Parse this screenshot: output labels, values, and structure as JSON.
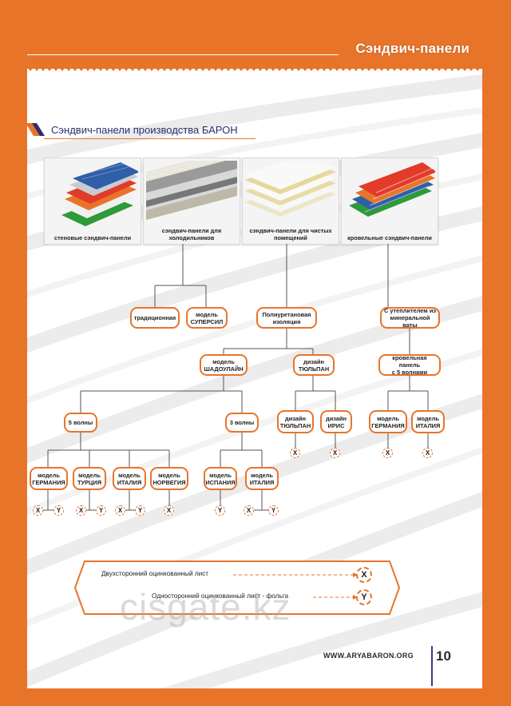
{
  "header": {
    "title": "Сэндвич-панели"
  },
  "section_heading": "Сэндвич-панели производства БАРОН",
  "products": [
    {
      "caption_lines": [
        "стеновые сэндвич-панели"
      ]
    },
    {
      "caption_lines": [
        "сэндвич-панели",
        "для холодильников"
      ]
    },
    {
      "caption_lines": [
        "сэндвич-панели для",
        "чистых помещений"
      ]
    },
    {
      "caption_lines": [
        "кровельные сэндвич-панели"
      ]
    }
  ],
  "nodes": {
    "traditional": [
      "традиционная"
    ],
    "supersil": [
      "модель",
      "СУПЕРСИЛ"
    ],
    "polyurethane": [
      "Полиуретановая",
      "изоляция"
    ],
    "mineral": [
      "С утеплителем из",
      "минеральной ваты"
    ],
    "shadowline": [
      "модель",
      "ШАДОУЛАЙН"
    ],
    "tulip_design": [
      "дизайн",
      "ТЮЛЬПАН"
    ],
    "roof_5": [
      "кровельная панель",
      "с 5 волнами"
    ],
    "waves5": [
      "5 волны"
    ],
    "waves3": [
      "3 волны"
    ],
    "tulip": [
      "дизайн",
      "ТЮЛЬПАН"
    ],
    "iris": [
      "дизайн",
      "ИРИС"
    ],
    "roof_germany": [
      "модель",
      "ГЕРМАНИЯ"
    ],
    "roof_italy": [
      "модель",
      "ИТАЛИЯ"
    ],
    "m_germany": [
      "модель",
      "ГЕРМАНИЯ"
    ],
    "m_turkey": [
      "модель",
      "ТУРЦИЯ"
    ],
    "m_italy": [
      "модель",
      "ИТАЛИЯ"
    ],
    "m_norway": [
      "модель",
      "НОРВЕГИЯ"
    ],
    "m_spain": [
      "модель",
      "ИСПАНИЯ"
    ],
    "m_italy2": [
      "модель",
      "ИТАЛИЯ"
    ]
  },
  "markers": {
    "x": "X",
    "y": "Y"
  },
  "legend": {
    "x_label": "Двухсторонний оцинкованный лист",
    "y_label": "Односторонний оцинкованный лист - фольга",
    "x_mark": "X",
    "y_mark": "Y"
  },
  "watermark": "cisgate.kz",
  "footer": {
    "website": "WWW.ARYABARON.ORG",
    "page_number": "10"
  },
  "colors": {
    "accent": "#e8742a",
    "heading": "#2b2e6e"
  }
}
